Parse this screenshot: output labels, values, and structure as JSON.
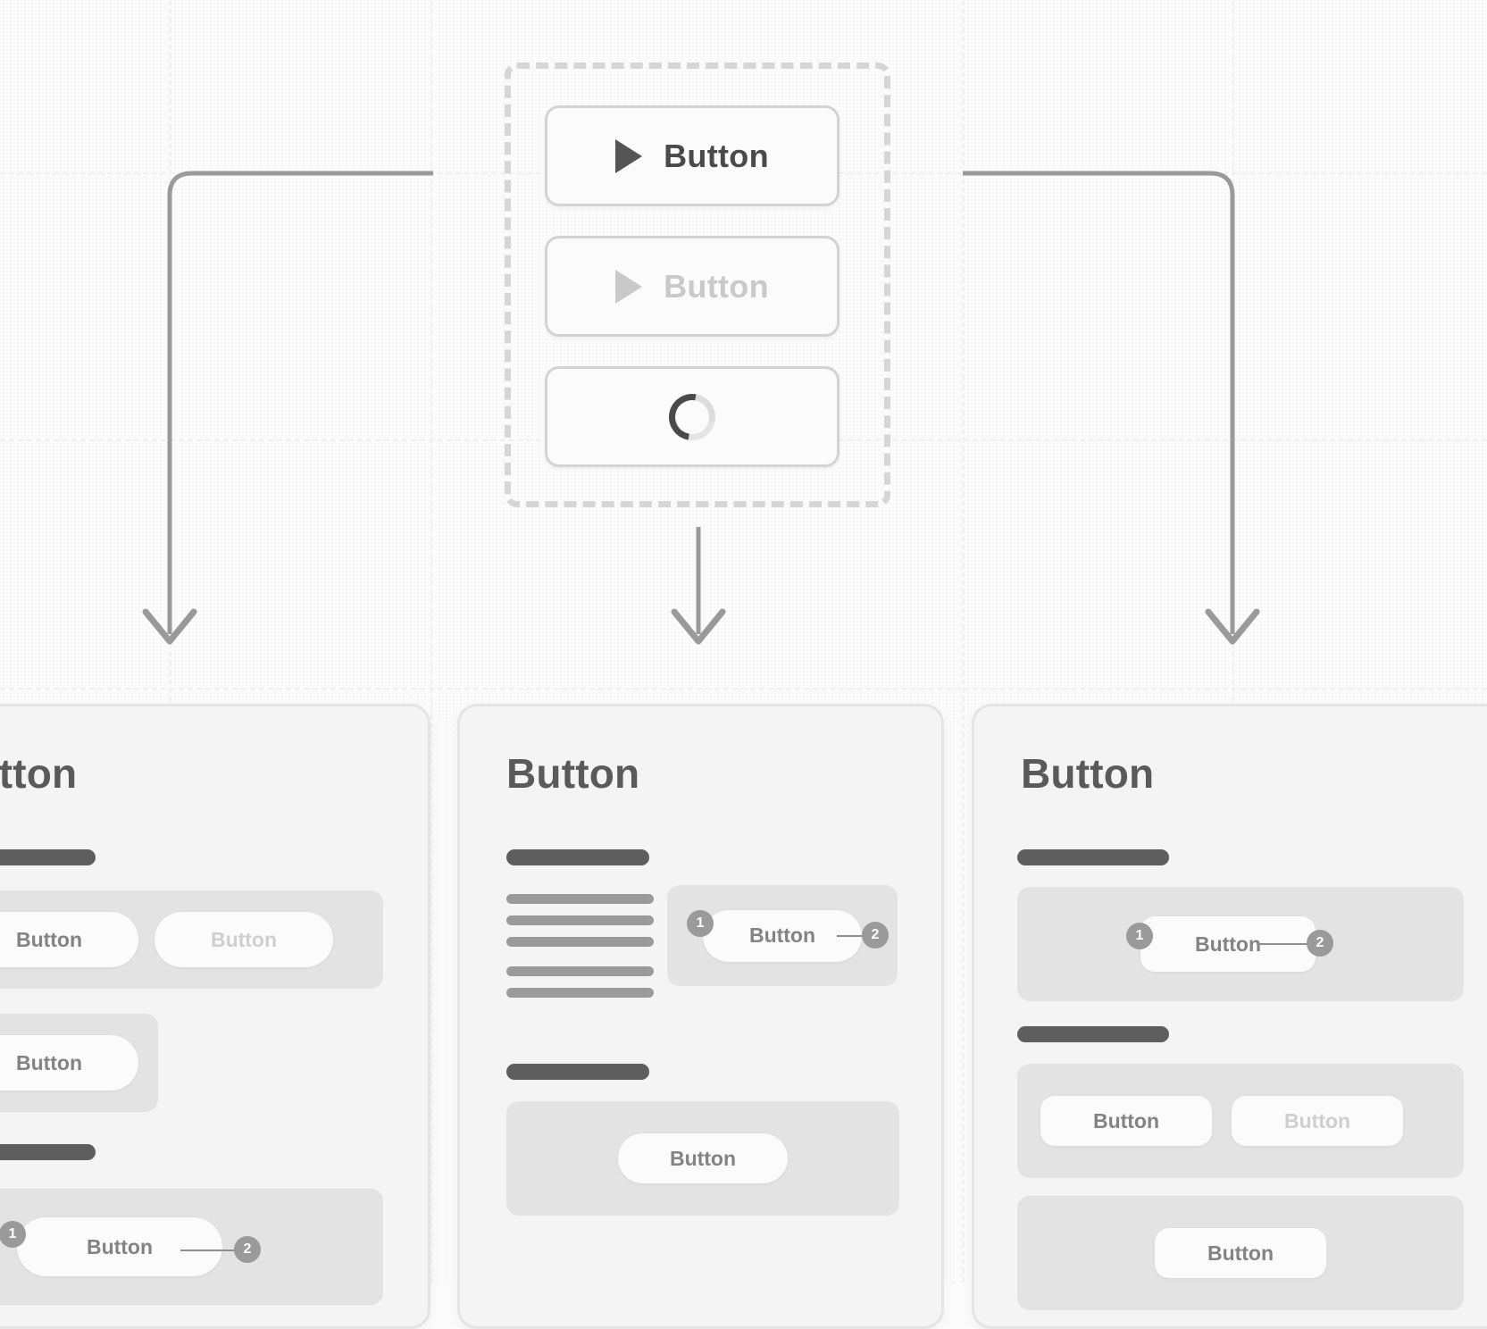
{
  "canvas": {
    "background_color": "#fbfbfb",
    "guide_color": "#f0f0f0",
    "dot_color": "#eeeeee"
  },
  "spec_container": {
    "name": "button-variants-spec-box",
    "border_style": "dashed",
    "border_color": "#d6d6d6"
  },
  "master_buttons": [
    {
      "id": "default",
      "label": "Button",
      "icon": "play-triangle-icon",
      "state": "default",
      "text_color": "#4a4a4a",
      "icon_color": "#555555"
    },
    {
      "id": "disabled",
      "label": "Button",
      "icon": "play-triangle-icon",
      "state": "disabled",
      "text_color": "#c9c9c9",
      "icon_color": "#c9c9c9"
    },
    {
      "id": "loading",
      "label": "",
      "icon": "spinner-icon",
      "state": "loading",
      "icon_color": "#4a4a4a"
    }
  ],
  "connectors": [
    {
      "id": "left-branch",
      "direction": "down",
      "arrowhead": "chevron",
      "color": "#9a9a9a"
    },
    {
      "id": "center-branch",
      "direction": "down",
      "arrowhead": "chevron",
      "color": "#9a9a9a"
    },
    {
      "id": "right-branch",
      "direction": "down",
      "arrowhead": "chevron",
      "color": "#9a9a9a"
    }
  ],
  "cards": [
    {
      "id": "left",
      "title": "Button",
      "clipped": true,
      "sections": [
        {
          "type": "heading-bar",
          "color": "#5e5e5e"
        },
        {
          "type": "button-group",
          "buttons": [
            {
              "label": "Button",
              "state": "default"
            },
            {
              "label": "Button",
              "state": "disabled"
            }
          ]
        },
        {
          "type": "button-group",
          "buttons": [
            {
              "label": "Button",
              "state": "default"
            }
          ]
        },
        {
          "type": "heading-bar",
          "color": "#5e5e5e"
        },
        {
          "type": "button-group-annotated",
          "buttons": [
            {
              "label": "Button",
              "state": "default"
            }
          ],
          "badges": [
            "1",
            "2"
          ]
        }
      ]
    },
    {
      "id": "mid",
      "title": "Button",
      "clipped": false,
      "sections": [
        {
          "type": "heading-bar",
          "color": "#5e5e5e"
        },
        {
          "type": "text-lines",
          "count": 5,
          "color": "#9a9a9a"
        },
        {
          "type": "button-group-annotated",
          "buttons": [
            {
              "label": "Button",
              "state": "default"
            }
          ],
          "badges": [
            "1",
            "2"
          ]
        },
        {
          "type": "heading-bar",
          "color": "#5e5e5e"
        },
        {
          "type": "button-group",
          "buttons": [
            {
              "label": "Button",
              "state": "default"
            }
          ]
        }
      ]
    },
    {
      "id": "right",
      "title": "Button",
      "clipped": true,
      "sections": [
        {
          "type": "heading-bar",
          "color": "#5e5e5e"
        },
        {
          "type": "button-group-annotated",
          "buttons": [
            {
              "label": "Button",
              "state": "default"
            }
          ],
          "badges": [
            "1",
            "2"
          ]
        },
        {
          "type": "heading-bar",
          "color": "#5e5e5e"
        },
        {
          "type": "button-group",
          "buttons": [
            {
              "label": "Button",
              "state": "default"
            },
            {
              "label": "Button",
              "state": "disabled"
            }
          ]
        },
        {
          "type": "button-group",
          "buttons": [
            {
              "label": "Button",
              "state": "default"
            }
          ]
        }
      ]
    }
  ],
  "badges": {
    "one": "1",
    "two": "2"
  },
  "colors": {
    "surface": "#fbfbfb",
    "card_bg": "#f4f4f4",
    "card_border": "#e4e4e4",
    "group_bg": "#e3e3e3",
    "text_dark": "#5a5a5a",
    "text_muted": "#cfcfcf",
    "badge_bg": "#9a9a9a",
    "connector": "#9a9a9a"
  }
}
